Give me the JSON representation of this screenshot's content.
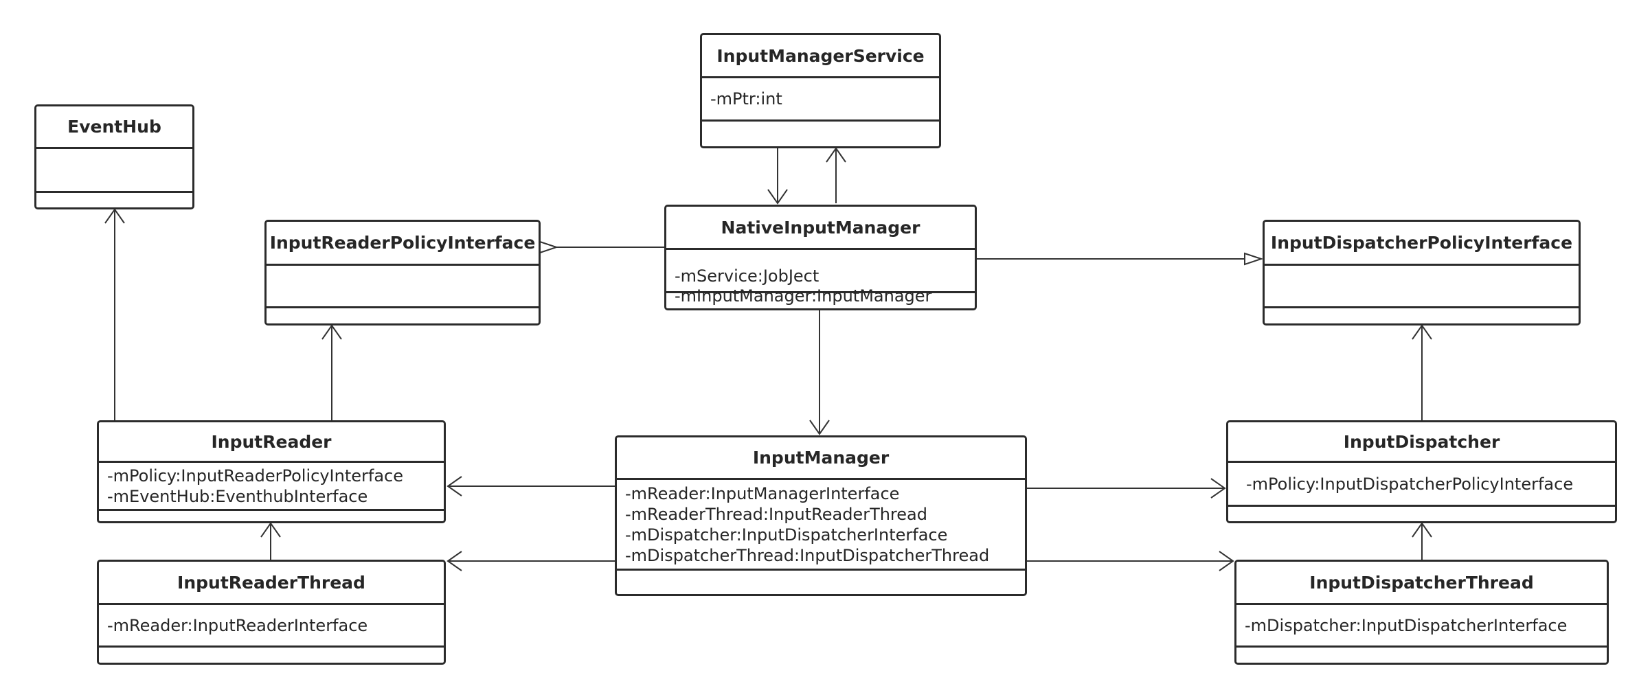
{
  "classes": {
    "input_manager_service": {
      "name": "InputManagerService",
      "attrs": [
        "-mPtr:int"
      ]
    },
    "event_hub": {
      "name": "EventHub",
      "attrs": []
    },
    "input_reader_policy_interface": {
      "name": "InputReaderPolicyInterface",
      "attrs": []
    },
    "native_input_manager": {
      "name": "NativeInputManager",
      "attrs": [
        "-mService:JobJect",
        "-mInputManager:InputManager"
      ]
    },
    "input_dispatcher_policy_interface": {
      "name": "InputDispatcherPolicyInterface",
      "attrs": []
    },
    "input_reader": {
      "name": "InputReader",
      "attrs": [
        "-mPolicy:InputReaderPolicyInterface",
        "-mEventHub:EventhubInterface"
      ]
    },
    "input_manager": {
      "name": "InputManager",
      "attrs": [
        "-mReader:InputManagerInterface",
        "-mReaderThread:InputReaderThread",
        "-mDispatcher:InputDispatcherInterface",
        "-mDispatcherThread:InputDispatcherThread"
      ]
    },
    "input_dispatcher": {
      "name": "InputDispatcher",
      "attrs": [
        "-mPolicy:InputDispatcherPolicyInterface"
      ]
    },
    "input_reader_thread": {
      "name": "InputReaderThread",
      "attrs": [
        "-mReader:InputReaderInterface"
      ]
    },
    "input_dispatcher_thread": {
      "name": "InputDispatcherThread",
      "attrs": [
        "-mDispatcher:InputDispatcherInterface"
      ]
    }
  },
  "relations": [
    {
      "from": "InputManagerService",
      "to": "NativeInputManager",
      "type": "association"
    },
    {
      "from": "NativeInputManager",
      "to": "InputManagerService",
      "type": "association"
    },
    {
      "from": "NativeInputManager",
      "to": "InputReaderPolicyInterface",
      "type": "realization"
    },
    {
      "from": "NativeInputManager",
      "to": "InputDispatcherPolicyInterface",
      "type": "realization"
    },
    {
      "from": "NativeInputManager",
      "to": "InputManager",
      "type": "association"
    },
    {
      "from": "InputReader",
      "to": "EventHub",
      "type": "association"
    },
    {
      "from": "InputReader",
      "to": "InputReaderPolicyInterface",
      "type": "association"
    },
    {
      "from": "InputManager",
      "to": "InputReader",
      "type": "association"
    },
    {
      "from": "InputManager",
      "to": "InputReaderThread",
      "type": "association"
    },
    {
      "from": "InputManager",
      "to": "InputDispatcher",
      "type": "association"
    },
    {
      "from": "InputManager",
      "to": "InputDispatcherThread",
      "type": "association"
    },
    {
      "from": "InputReaderThread",
      "to": "InputReader",
      "type": "association"
    },
    {
      "from": "InputDispatcher",
      "to": "InputDispatcherPolicyInterface",
      "type": "association"
    },
    {
      "from": "InputDispatcherThread",
      "to": "InputDispatcher",
      "type": "association"
    }
  ]
}
